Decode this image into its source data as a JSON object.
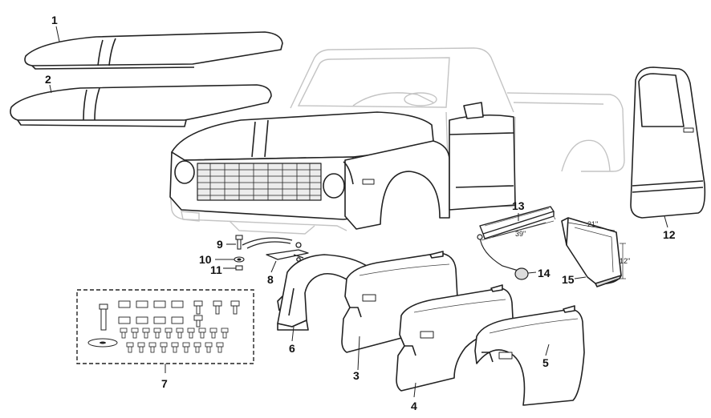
{
  "callouts": {
    "c1": "1",
    "c2": "2",
    "c3": "3",
    "c4": "4",
    "c5": "5",
    "c6": "6",
    "c7": "7",
    "c8": "8",
    "c9": "9",
    "c10": "10",
    "c11": "11",
    "c12": "12",
    "c13": "13",
    "c14": "14",
    "c15": "15"
  },
  "dimensions": {
    "d39": "39\"",
    "d21": "21\"",
    "d12": "12\""
  },
  "colors": {
    "line": "#222222",
    "ghost": "#c4c4c4",
    "panel": "#ffffff",
    "shade": "#dcdcdc",
    "dark": "#3a3a3a"
  }
}
